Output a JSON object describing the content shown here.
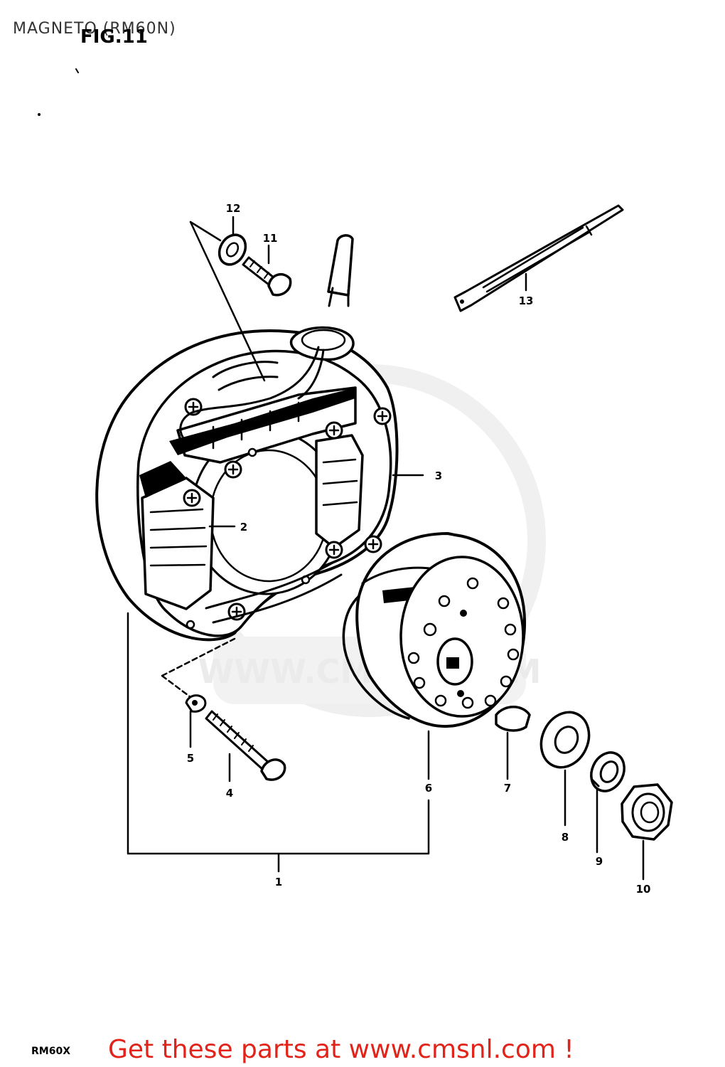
{
  "header": {
    "title": "MAGNETO (RM60N)",
    "figure_label": "FIG.11"
  },
  "watermark": {
    "text": "WWW.CMSNL.COM"
  },
  "callouts": [
    {
      "id": "1",
      "label": "1"
    },
    {
      "id": "2",
      "label": "2"
    },
    {
      "id": "3",
      "label": "3"
    },
    {
      "id": "4",
      "label": "4"
    },
    {
      "id": "5",
      "label": "5"
    },
    {
      "id": "6",
      "label": "6"
    },
    {
      "id": "7",
      "label": "7"
    },
    {
      "id": "8",
      "label": "8"
    },
    {
      "id": "9",
      "label": "9"
    },
    {
      "id": "10",
      "label": "10"
    },
    {
      "id": "11",
      "label": "11"
    },
    {
      "id": "12",
      "label": "12"
    },
    {
      "id": "13",
      "label": "13"
    }
  ],
  "footer": {
    "model_code": "RM60X",
    "promo": "Get these parts at www.cmsnl.com !",
    "promo_color": "#e2231a"
  }
}
